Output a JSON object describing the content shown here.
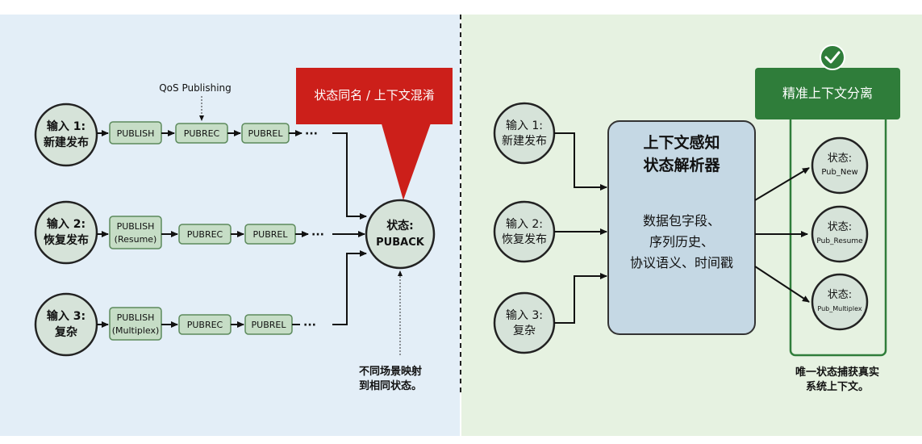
{
  "left": {
    "inputs": [
      {
        "line1": "输入 1:",
        "line2": "新建发布"
      },
      {
        "line1": "输入 2:",
        "line2": "恢复发布"
      },
      {
        "line1": "输入 3:",
        "line2": "复杂"
      }
    ],
    "rows": [
      {
        "publish": [
          "PUBLISH"
        ],
        "pubrec": "PUBREC",
        "pubrel": "PUBREL",
        "dots": "···"
      },
      {
        "publish": [
          "PUBLISH",
          "(Resume)"
        ],
        "pubrec": "PUBREC",
        "pubrel": "PUBREL",
        "dots": "···"
      },
      {
        "publish": [
          "PUBLISH",
          "(Multiplex)"
        ],
        "pubrec": "PUBREC",
        "pubrel": "PUBREL",
        "dots": "···"
      }
    ],
    "qos_label": "QoS Publishing",
    "state": {
      "line1": "状态:",
      "line2": "PUBACK"
    },
    "callout": "状态同名 / 上下文混淆",
    "note": [
      "不同场景映射",
      "到相同状态。"
    ]
  },
  "right": {
    "inputs": [
      {
        "line1": "输入 1:",
        "line2": "新建发布"
      },
      {
        "line1": "输入 2:",
        "line2": "恢复发布"
      },
      {
        "line1": "输入 3:",
        "line2": "复杂"
      }
    ],
    "parser": {
      "title": [
        "上下文感知",
        "状态解析器"
      ],
      "body": [
        "数据包字段、",
        "序列历史、",
        "协议语义、时间戳"
      ]
    },
    "banner": "精准上下文分离",
    "check_icon": "check-icon",
    "states": [
      {
        "line1": "状态:",
        "line2": "Pub_New"
      },
      {
        "line1": "状态:",
        "line2": "Pub_Resume"
      },
      {
        "line1": "状态:",
        "line2": "Pub_Multiplex"
      }
    ],
    "note": [
      "唯一状态捕获真实",
      "系统上下文。"
    ]
  },
  "colors": {
    "left_bg": "#e3eef7",
    "right_bg": "#e6f2e1",
    "node_fill": "#d6e3d9",
    "box_fill": "#c6ddc6",
    "box_stroke": "#5c8a5c",
    "callout_red": "#cc1f1a",
    "banner_green": "#2f7d3a",
    "parser_fill": "#c5d8e4"
  }
}
